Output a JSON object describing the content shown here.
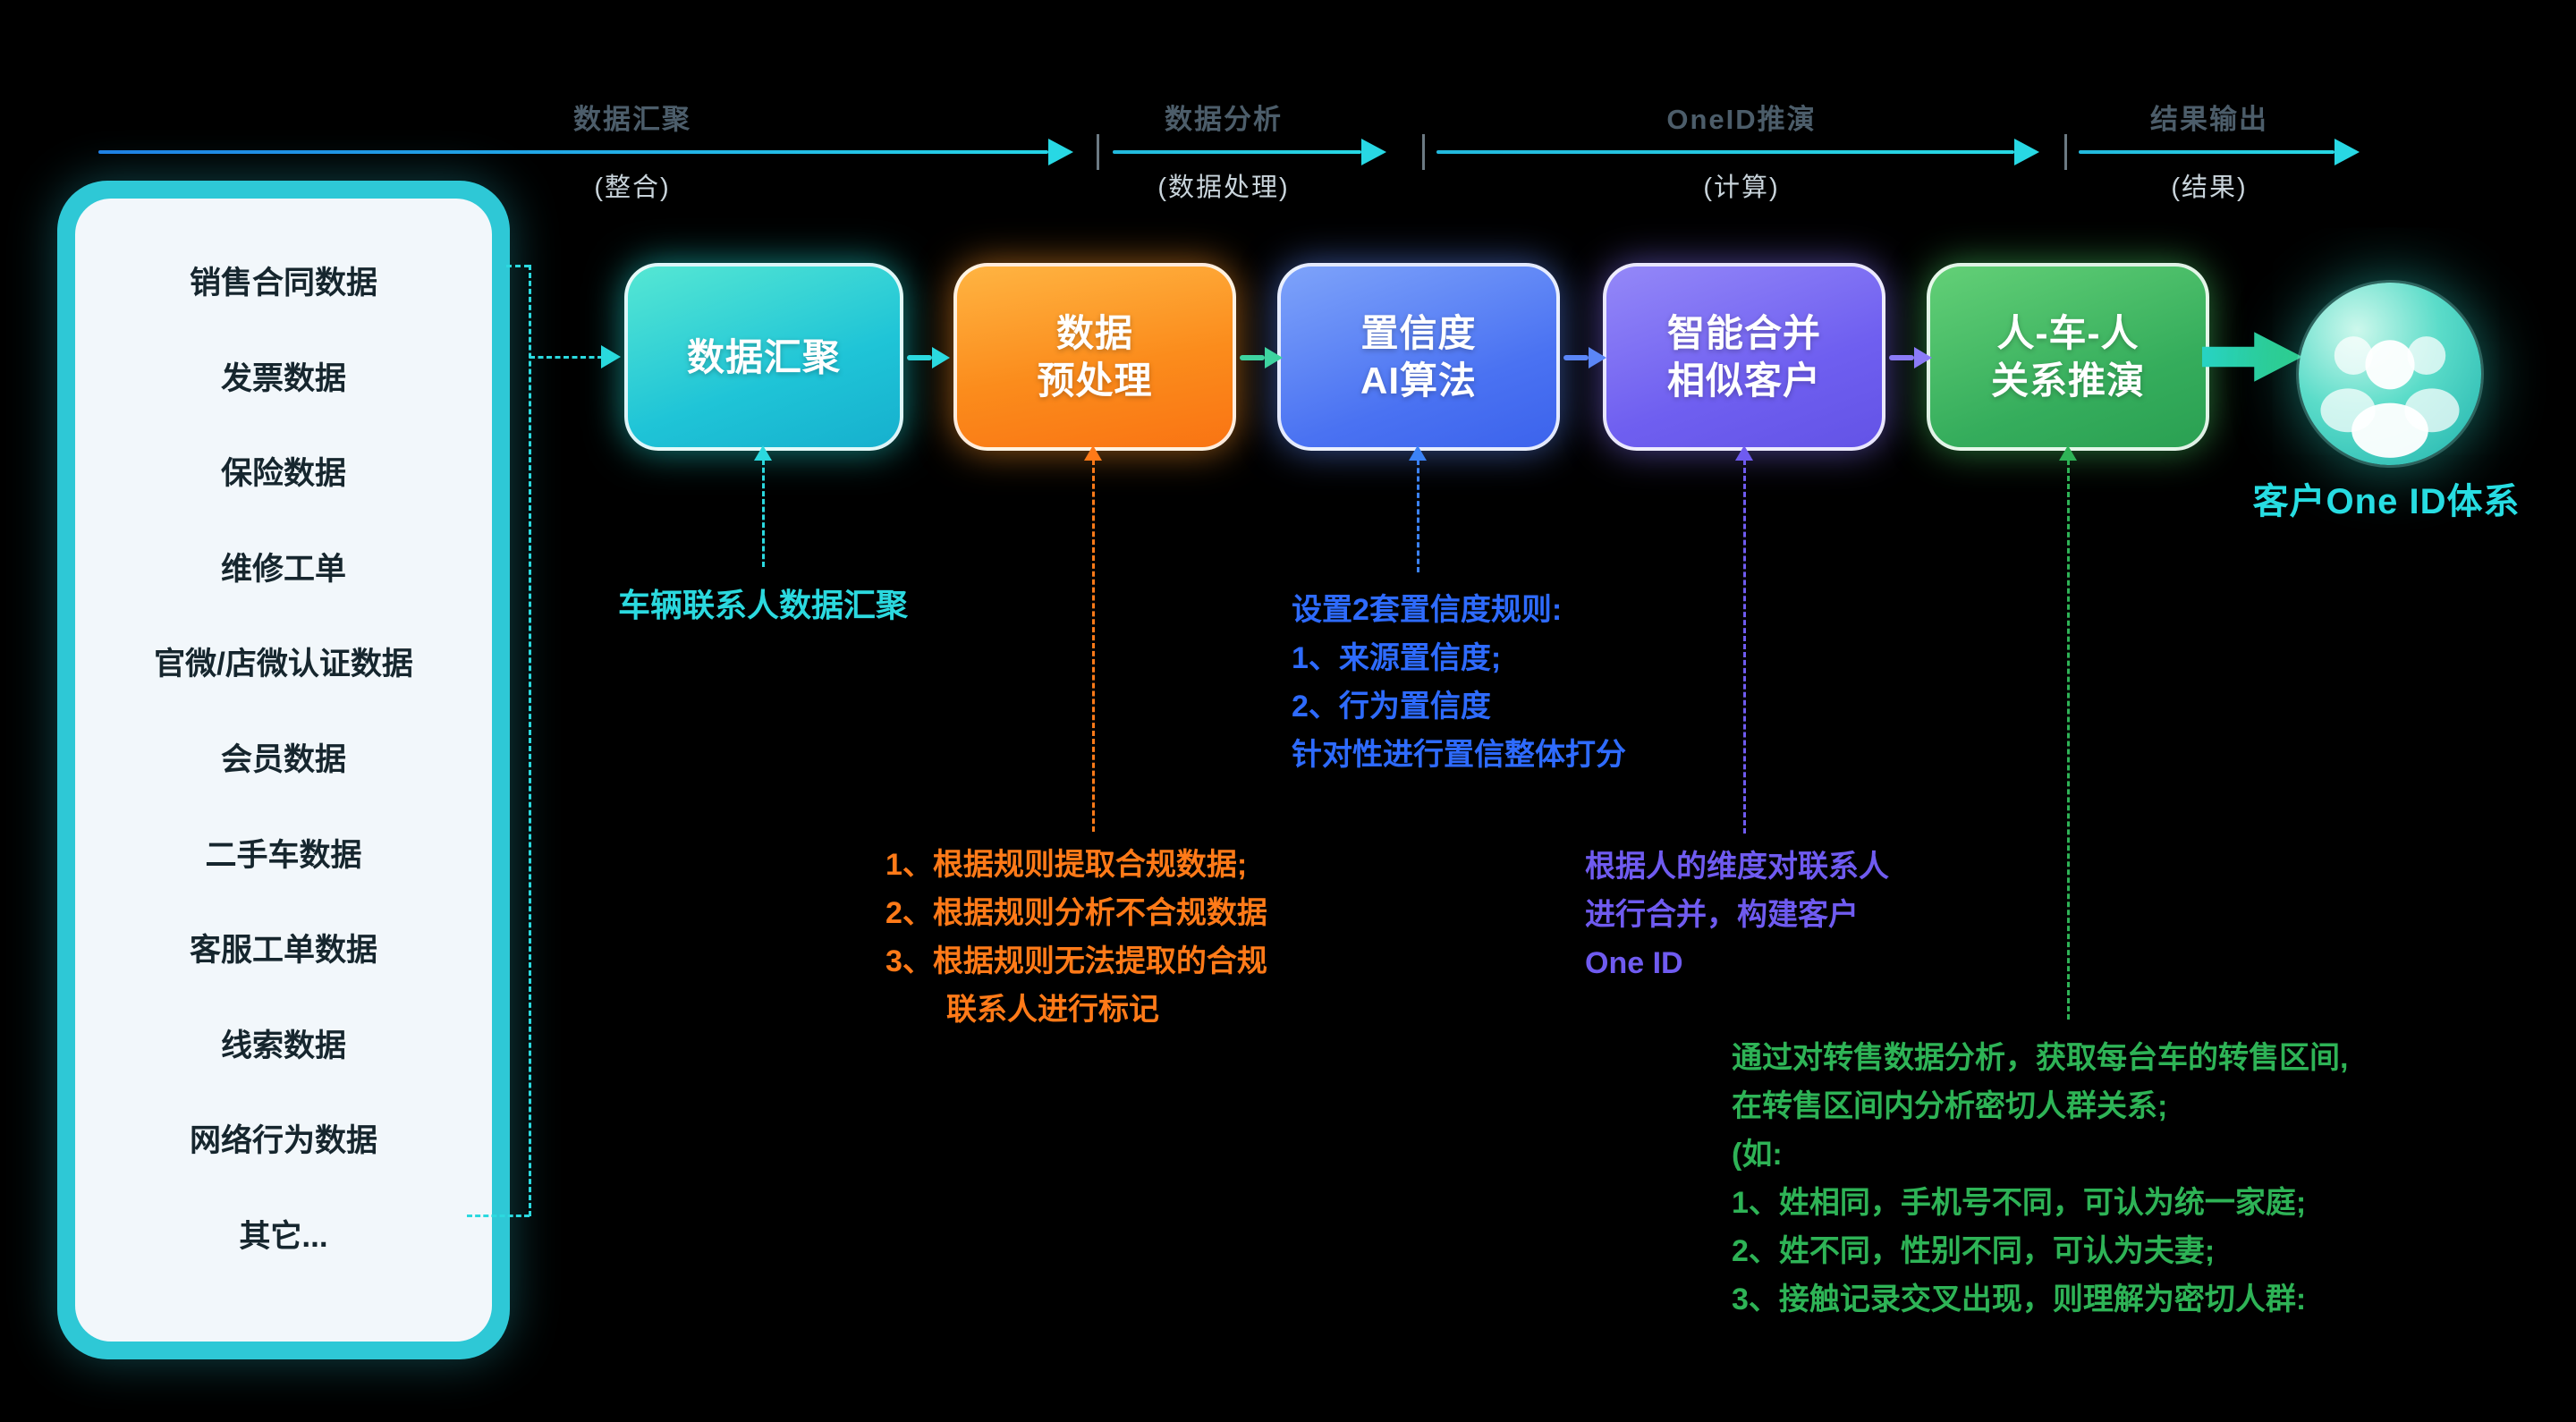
{
  "phases": [
    {
      "title": "数据汇聚",
      "subtitle": "(整合)"
    },
    {
      "title": "数据分析",
      "subtitle": "(数据处理)"
    },
    {
      "title": "OneID推演",
      "subtitle": "(计算)"
    },
    {
      "title": "结果输出",
      "subtitle": "(结果)"
    }
  ],
  "sources": {
    "items": [
      "销售合同数据",
      "发票数据",
      "保险数据",
      "维修工单",
      "官微/店微认证数据",
      "会员数据",
      "二手车数据",
      "客服工单数据",
      "线索数据",
      "网络行为数据",
      "其它..."
    ]
  },
  "pipeline": {
    "boxes": [
      {
        "name": "数据汇聚",
        "lines": [
          "数据汇聚"
        ],
        "color": "#1fc4d7"
      },
      {
        "name": "数据预处理",
        "lines": [
          "数据",
          "预处理"
        ],
        "color": "#fb8c1c"
      },
      {
        "name": "置信度AI算法",
        "lines": [
          "置信度",
          "AI算法"
        ],
        "color": "#4a72f2"
      },
      {
        "name": "智能合并相似客户",
        "lines": [
          "智能合并",
          "相似客户"
        ],
        "color": "#6f5ff0"
      },
      {
        "name": "人-车-人关系推演",
        "lines": [
          "人-车-人",
          "关系推演"
        ],
        "color": "#35ad5c"
      }
    ]
  },
  "result": {
    "label": "客户One ID体系",
    "icon": "people-group-icon"
  },
  "annotations": {
    "aggregation": {
      "color": "#2bd9df",
      "lines": [
        "车辆联系人数据汇聚"
      ]
    },
    "preprocess": {
      "color": "#ff7a18",
      "lines": [
        "1、根据规则提取合规数据;",
        "2、根据规则分析不合规数据",
        "3、根据规则无法提取的合规",
        "　　联系人进行标记"
      ]
    },
    "confidence": {
      "color": "#2e6bff",
      "lines": [
        "设置2套置信度规则:",
        "1、来源置信度;",
        "2、行为置信度",
        "针对性进行置信整体打分"
      ]
    },
    "merge": {
      "color": "#6f5bf0",
      "lines": [
        "根据人的维度对联系人",
        "进行合并，构建客户",
        "One ID"
      ]
    },
    "relation": {
      "color": "#2eb356",
      "lines": [
        "通过对转售数据分析，获取每台车的转售区间,",
        "在转售区间内分析密切人群关系;",
        "(如:",
        "1、姓相同，手机号不同，可认为统一家庭;",
        "2、姓不同，性别不同，可认为夫妻;",
        "3、接触记录交叉出现，则理解为密切人群:"
      ]
    }
  },
  "colors": {
    "background": "#000000",
    "panel_border": "#2ec8d6",
    "panel_fill": "#f2f7fb",
    "cyan": "#2bd9df",
    "orange": "#ff7a18",
    "blue": "#2e6bff",
    "purple": "#6f5bf0",
    "green": "#2eb356",
    "phase_title": "#4c5d6a",
    "phase_subtitle": "#c9d4db"
  }
}
